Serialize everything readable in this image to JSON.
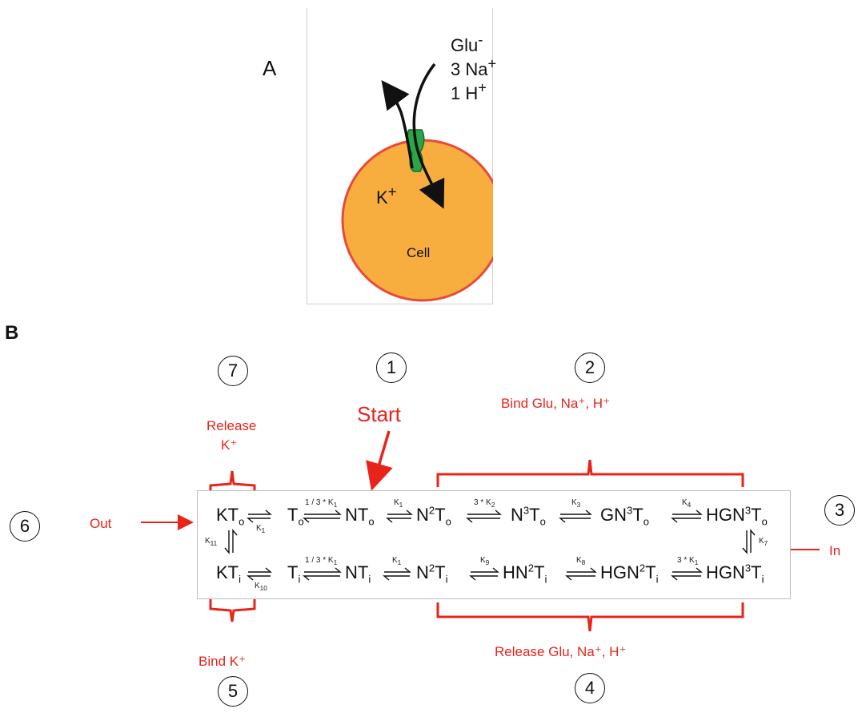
{
  "panel_a": {
    "label": "A",
    "ions_out": [
      "Glu",
      "3 Na",
      "1 H"
    ],
    "ions_out_sup": [
      "-",
      "+",
      "+"
    ],
    "ion_in": "K",
    "ion_in_sup": "+",
    "cell_label": "Cell",
    "colors": {
      "cell_fill": "#f8ad3f",
      "cell_border": "#e84a3a",
      "transporter": "#2aa548"
    }
  },
  "panel_b": {
    "label": "B",
    "steps": [
      "1",
      "2",
      "3",
      "4",
      "5",
      "6",
      "7"
    ],
    "annotations": {
      "start": "Start",
      "bind_glu": "Bind Glu, Na⁺, H⁺",
      "release_glu": "Release Glu, Na⁺, H⁺",
      "release_k": "Release",
      "release_k2": "K⁺",
      "bind_k": "Bind K⁺",
      "out": "Out",
      "in": "In"
    },
    "top_row": {
      "species": [
        {
          "base": "KT",
          "sub": "o"
        },
        {
          "base": "T",
          "sub": "o"
        },
        {
          "base": "NT",
          "sub": "o"
        },
        {
          "base": "N",
          "sup": "2",
          "base2": "T",
          "sub": "o"
        },
        {
          "base": "N",
          "sup": "3",
          "base2": "T",
          "sub": "o"
        },
        {
          "base": "GN",
          "sup": "3",
          "base2": "T",
          "sub": "o"
        },
        {
          "base": "HGN",
          "sup": "3",
          "base2": "T",
          "sub": "o"
        }
      ],
      "rates_above": [
        "",
        "1 / 3 * K",
        "K",
        "3 * K",
        "K",
        "K"
      ],
      "rates_above_sub": [
        "",
        "1",
        "1",
        "2",
        "3",
        "4"
      ],
      "rates_below": [
        "K",
        "",
        "",
        "",
        "",
        ""
      ],
      "rates_below_sub": [
        "1",
        "",
        "",
        "",
        "",
        ""
      ]
    },
    "bottom_row": {
      "species": [
        {
          "base": "KT",
          "sub": "i"
        },
        {
          "base": "T",
          "sub": "i"
        },
        {
          "base": "NT",
          "sub": "i"
        },
        {
          "base": "N",
          "sup": "2",
          "base2": "T",
          "sub": "i"
        },
        {
          "base": "HN",
          "sup": "2",
          "base2": "T",
          "sub": "i"
        },
        {
          "base": "HGN",
          "sup": "2",
          "base2": "T",
          "sub": "i"
        },
        {
          "base": "HGN",
          "sup": "3",
          "base2": "T",
          "sub": "i"
        }
      ],
      "rates_above": [
        "",
        "1 / 3 * K",
        "K",
        "K",
        "K",
        "3 * K"
      ],
      "rates_above_sub": [
        "",
        "1",
        "1",
        "9",
        "8",
        "1"
      ],
      "rates_below": [
        "K",
        "",
        "",
        "",
        "",
        ""
      ],
      "rates_below_sub": [
        "10",
        "",
        "",
        "",
        "",
        ""
      ]
    },
    "vertical_rates": {
      "left": "K",
      "left_sub": "11",
      "right": "K",
      "right_sub": "7"
    },
    "colors": {
      "annotation": "#e8241a"
    }
  }
}
